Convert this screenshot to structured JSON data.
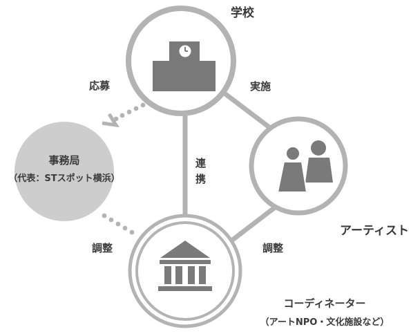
{
  "nodes": {
    "school": {
      "label": "学校"
    },
    "artist": {
      "label": "アーティスト"
    },
    "office": {
      "label": "事務局",
      "sublabel": "（代表：STスポット横浜）"
    },
    "coordinator": {
      "label": "コーディネーター",
      "sublabel": "（アートNPO・文化施設など）"
    }
  },
  "edges": {
    "apply": "応募",
    "implement": "実施",
    "cooperate": "連携",
    "adjust_office": "調整",
    "adjust_artist": "調整"
  },
  "colors": {
    "line": "#b3b3b3",
    "ring": "#b3b3b3",
    "icon": "#7a7a7a",
    "office_fill": "#cdcdcd",
    "text": "#3a3a3a"
  },
  "icons": {
    "school": "school-building-clock-icon",
    "artist": "two-people-icon",
    "coordinator": "museum-building-icon"
  }
}
